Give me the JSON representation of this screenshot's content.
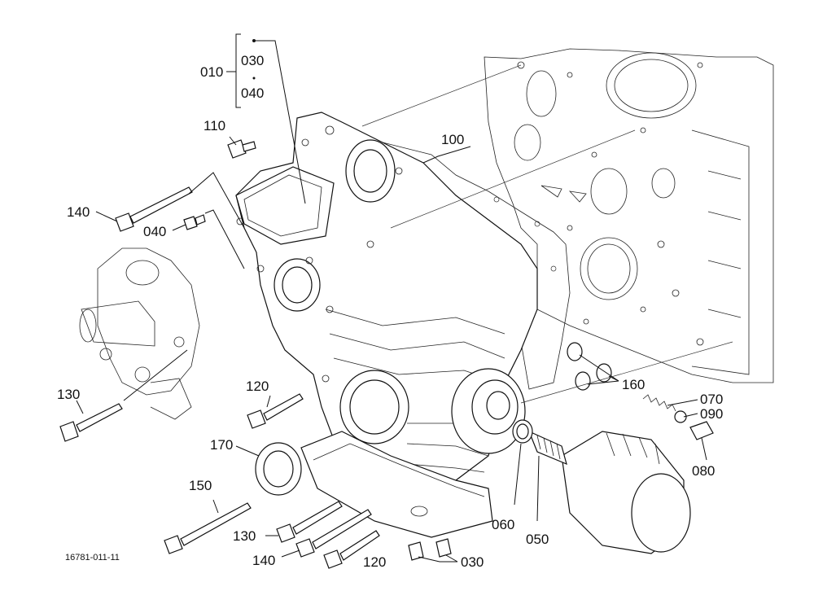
{
  "drawing_number": "16781-011-11",
  "callouts": {
    "c010": "010",
    "c030_top": "030",
    "c040_top": "040",
    "c110": "110",
    "c140_top": "140",
    "c040_mid": "040",
    "c100": "100",
    "c130_left": "130",
    "c120_mid": "120",
    "c170": "170",
    "c150": "150",
    "c130_bottom": "130",
    "c140_bottom": "140",
    "c120_bottom": "120",
    "c030_bottom": "030",
    "c060": "060",
    "c050": "050",
    "c160": "160",
    "c070": "070",
    "c090": "090",
    "c080": "080"
  }
}
